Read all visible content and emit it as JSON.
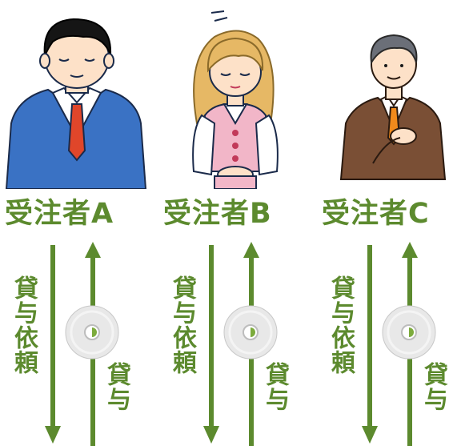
{
  "contractors": [
    {
      "label": "受注者A",
      "person": "businessman-in-blue-suit",
      "outgoing_label": "貸与依頼",
      "incoming_label": "貸与"
    },
    {
      "label": "受注者B",
      "person": "woman-in-pink-uniform",
      "outgoing_label": "貸与依頼",
      "incoming_label": "貸与"
    },
    {
      "label": "受注者C",
      "person": "man-in-brown-suit",
      "outgoing_label": "貸与依頼",
      "incoming_label": "貸与"
    }
  ],
  "colors": {
    "accent_green": "#5c8a2e",
    "blue_suit": "#3a72c4",
    "pink_uniform": "#f2b6c8",
    "brown_suit": "#7a4f35"
  }
}
